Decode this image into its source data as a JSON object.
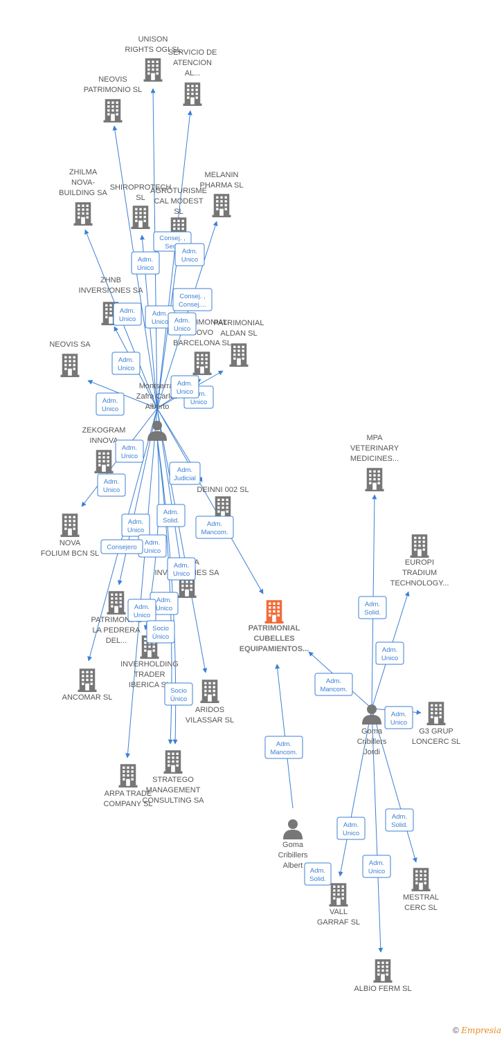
{
  "colors": {
    "edge": "#3b7fd4",
    "company": "#777777",
    "highlight": "#f26b3a",
    "person": "#777777"
  },
  "nodes": [
    {
      "id": "unison",
      "type": "company",
      "label": [
        "UNISON",
        "RIGHTS OGI SL"
      ]
    },
    {
      "id": "servicio",
      "type": "company",
      "label": [
        "SERVICIO DE",
        "ATENCION",
        "AL..."
      ]
    },
    {
      "id": "neovis_pat",
      "type": "company",
      "label": [
        "NEOVIS",
        "PATRIMONIO SL"
      ]
    },
    {
      "id": "zhilma",
      "type": "company",
      "label": [
        "ZHILMA",
        "NOVA-",
        "BUILDING SA"
      ]
    },
    {
      "id": "shiroprotech",
      "type": "company",
      "label": [
        "SHIROPROTECH",
        "SL"
      ]
    },
    {
      "id": "agroturisme",
      "type": "company",
      "label": [
        "AGROTURISME",
        "CAL MODEST",
        "SL"
      ]
    },
    {
      "id": "melanin",
      "type": "company",
      "label": [
        "MELANIN",
        "PHARMA  SL"
      ]
    },
    {
      "id": "zhnb",
      "type": "company",
      "label": [
        "ZHNB",
        "INVERSIONES SA"
      ]
    },
    {
      "id": "neovis_sa",
      "type": "company",
      "label": [
        "NEOVIS SA"
      ]
    },
    {
      "id": "pat_novo",
      "type": "company",
      "label": [
        "PATRIMONIAL",
        "NOVO",
        "BARCELONA  SL"
      ]
    },
    {
      "id": "pat_aldan",
      "type": "company",
      "label": [
        "PATRIMONIAL",
        "ALDAN SL"
      ]
    },
    {
      "id": "montserrat",
      "type": "person",
      "label": [
        "Montserrat",
        "Zafra Carlos",
        "Alberto"
      ]
    },
    {
      "id": "zekogram",
      "type": "company",
      "label": [
        "ZEKOGRAM",
        "INNOVA"
      ]
    },
    {
      "id": "deinni",
      "type": "company",
      "label": [
        "DEINNI 002  SL"
      ]
    },
    {
      "id": "nova_folium",
      "type": "company",
      "label": [
        "NOVA",
        "FOLIUM BCN  SL"
      ]
    },
    {
      "id": "pat_pedrera",
      "type": "company",
      "label": [
        "PATRIMONIAL",
        "LA PEDRERA",
        "DEL..."
      ]
    },
    {
      "id": "asiria",
      "type": "company",
      "label": [
        "ASIRIA",
        "INVERSIONES SA"
      ]
    },
    {
      "id": "inverholding",
      "type": "company",
      "label": [
        "INVERHOLDING",
        "TRADER",
        "IBERICA SL"
      ]
    },
    {
      "id": "ancomar",
      "type": "company",
      "label": [
        "ANCOMAR SL"
      ]
    },
    {
      "id": "aridos",
      "type": "company",
      "label": [
        "ARIDOS",
        "VILASSAR  SL"
      ]
    },
    {
      "id": "arpa",
      "type": "company",
      "label": [
        "ARPA TRADE",
        "COMPANY  SL"
      ]
    },
    {
      "id": "stratego",
      "type": "company",
      "label": [
        "STRATEGO",
        "MANAGEMENT",
        "CONSULTING SA"
      ]
    },
    {
      "id": "pat_cubelles",
      "type": "company",
      "highlight": true,
      "label": [
        "PATRIMONIAL",
        "CUBELLES",
        "EQUIPAMIENTOS..."
      ]
    },
    {
      "id": "mpa",
      "type": "company",
      "label": [
        "MPA",
        "VETERINARY",
        "MEDICINES..."
      ]
    },
    {
      "id": "europi",
      "type": "company",
      "label": [
        "EUROPI",
        "TRADIUM",
        "TECHNOLOGY..."
      ]
    },
    {
      "id": "g3",
      "type": "company",
      "label": [
        "G3 GRUP",
        "LONCERC  SL"
      ]
    },
    {
      "id": "goma_jordi",
      "type": "person",
      "label": [
        "Goma",
        "Cribillers",
        "Jordi"
      ]
    },
    {
      "id": "goma_albert",
      "type": "person",
      "label": [
        "Goma",
        "Cribillers",
        "Albert"
      ]
    },
    {
      "id": "vall",
      "type": "company",
      "label": [
        "VALL",
        "GARRAF  SL"
      ]
    },
    {
      "id": "mestral",
      "type": "company",
      "label": [
        "MESTRAL",
        "CERC  SL"
      ]
    },
    {
      "id": "albio",
      "type": "company",
      "label": [
        "ALBIO FERM SL"
      ]
    }
  ],
  "roles": [
    [
      "Consej. ,",
      "Secr."
    ],
    [
      "Adm.",
      "Unico"
    ],
    [
      "Adm.",
      "Unico"
    ],
    [
      "Adm.",
      "Unico"
    ],
    [
      "Adm.",
      "Unico"
    ],
    [
      "Adm.",
      "Unico"
    ],
    [
      "Consej. ,",
      "Consej...."
    ],
    [
      "Adm.",
      "Unico"
    ],
    [
      "Adm.",
      "Unico"
    ],
    [
      "Adm.",
      "Unico"
    ],
    [
      "Adm.",
      "Unico"
    ],
    [
      "Adm.",
      "Unico"
    ],
    [
      "Adm.",
      "Unico"
    ],
    [
      "Adm.",
      "Judicial"
    ],
    [
      "Adm.",
      "Unico"
    ],
    [
      "Adm.",
      "Solid."
    ],
    [
      "Adm.",
      "Mancom."
    ],
    [
      "Adm.",
      "Unico"
    ],
    [
      "Consejero"
    ],
    [
      "Adm.",
      "Unico"
    ],
    [
      "Adm.",
      "Unico"
    ],
    [
      "Adm.",
      "Unico"
    ],
    [
      "Socio",
      "Único"
    ],
    [
      "Socio",
      "Único"
    ],
    [
      "Adm.",
      "Solid."
    ],
    [
      "Adm.",
      "Unico"
    ],
    [
      "Adm.",
      "Mancom."
    ],
    [
      "Adm.",
      "Unico"
    ],
    [
      "Adm.",
      "Mancom."
    ],
    [
      "Adm.",
      "Solid."
    ],
    [
      "Adm.",
      "Unico"
    ],
    [
      "Adm.",
      "Unico"
    ],
    [
      "Adm.",
      "Solid."
    ]
  ],
  "footer": {
    "copyright": "©",
    "brand": "Empresia"
  }
}
